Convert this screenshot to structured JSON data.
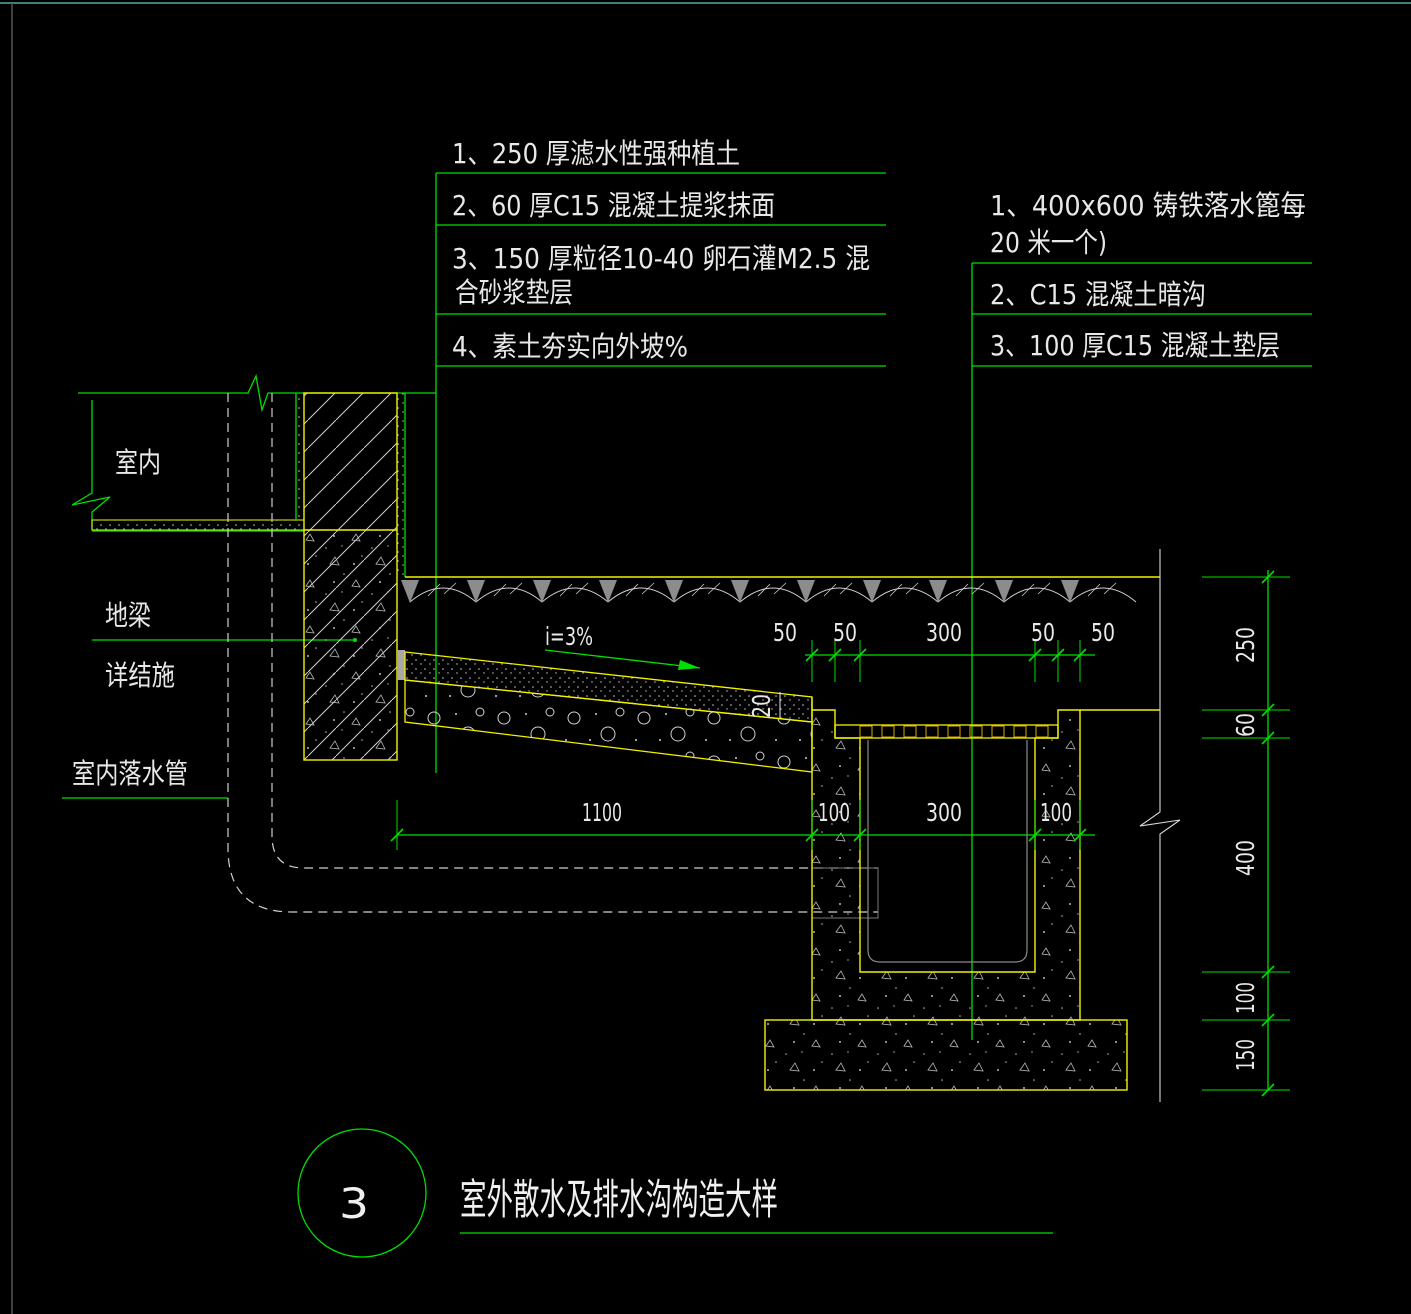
{
  "drawing": {
    "title_number": "3",
    "title": "室外散水及排水沟构造大样"
  },
  "left_callout": {
    "item1": "1、250 厚滤水性强种植土",
    "item2": "2、60 厚C15 混凝土提浆抹面",
    "item3_line1": "3、150 厚粒径10-40 卵石灌M2.5 混",
    "item3_line2": "合砂浆垫层",
    "item4": "4、素土夯实向外坡%"
  },
  "right_callout": {
    "item1_line1": "1、400x600 铸铁落水篦每",
    "item1_line2": "20 米一个)",
    "item2": "2、C15 混凝土暗沟",
    "item3": "3、100 厚C15 混凝土垫层"
  },
  "labels": {
    "indoor": "室内",
    "ground_beam": "地梁",
    "see_structure": "详结施",
    "indoor_downpipe": "室内落水管"
  },
  "slope": "i=3%",
  "dimensions": {
    "top": [
      "50",
      "50",
      "300",
      "50",
      "50"
    ],
    "bottom": [
      "1100",
      "100",
      "300",
      "100"
    ],
    "right": [
      "250",
      "60",
      "400",
      "100",
      "150"
    ],
    "layer_thickness": "20"
  },
  "colors": {
    "background": "#000000",
    "line_green": "#00e000",
    "line_yellow": "#f2f200",
    "text": "#e8e8e8"
  }
}
